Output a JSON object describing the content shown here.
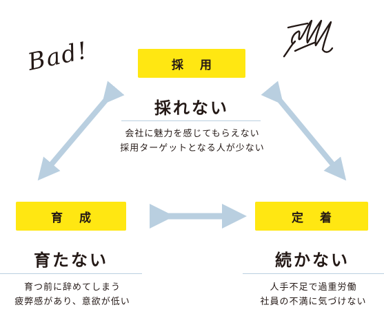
{
  "bad_text": "Bad!",
  "nodes": {
    "top": {
      "label": "採 用",
      "heading": "採れない",
      "desc": [
        "会社に魅力を感じてもらえない",
        "採用ターゲットとなる人が少ない"
      ]
    },
    "left": {
      "label": "育 成",
      "heading": "育たない",
      "desc": [
        "育つ前に辞めてしまう",
        "疲弊感があり、意欲が低い"
      ]
    },
    "right": {
      "label": "定 着",
      "heading": "続かない",
      "desc": [
        "人手不足で過重労働",
        "社員の不満に気づけない"
      ]
    }
  },
  "colors": {
    "label_bg": "#ffe712",
    "arrow": "#b9cfe0",
    "text": "#231815"
  },
  "icons": {
    "scribble": "scribble-icon"
  }
}
